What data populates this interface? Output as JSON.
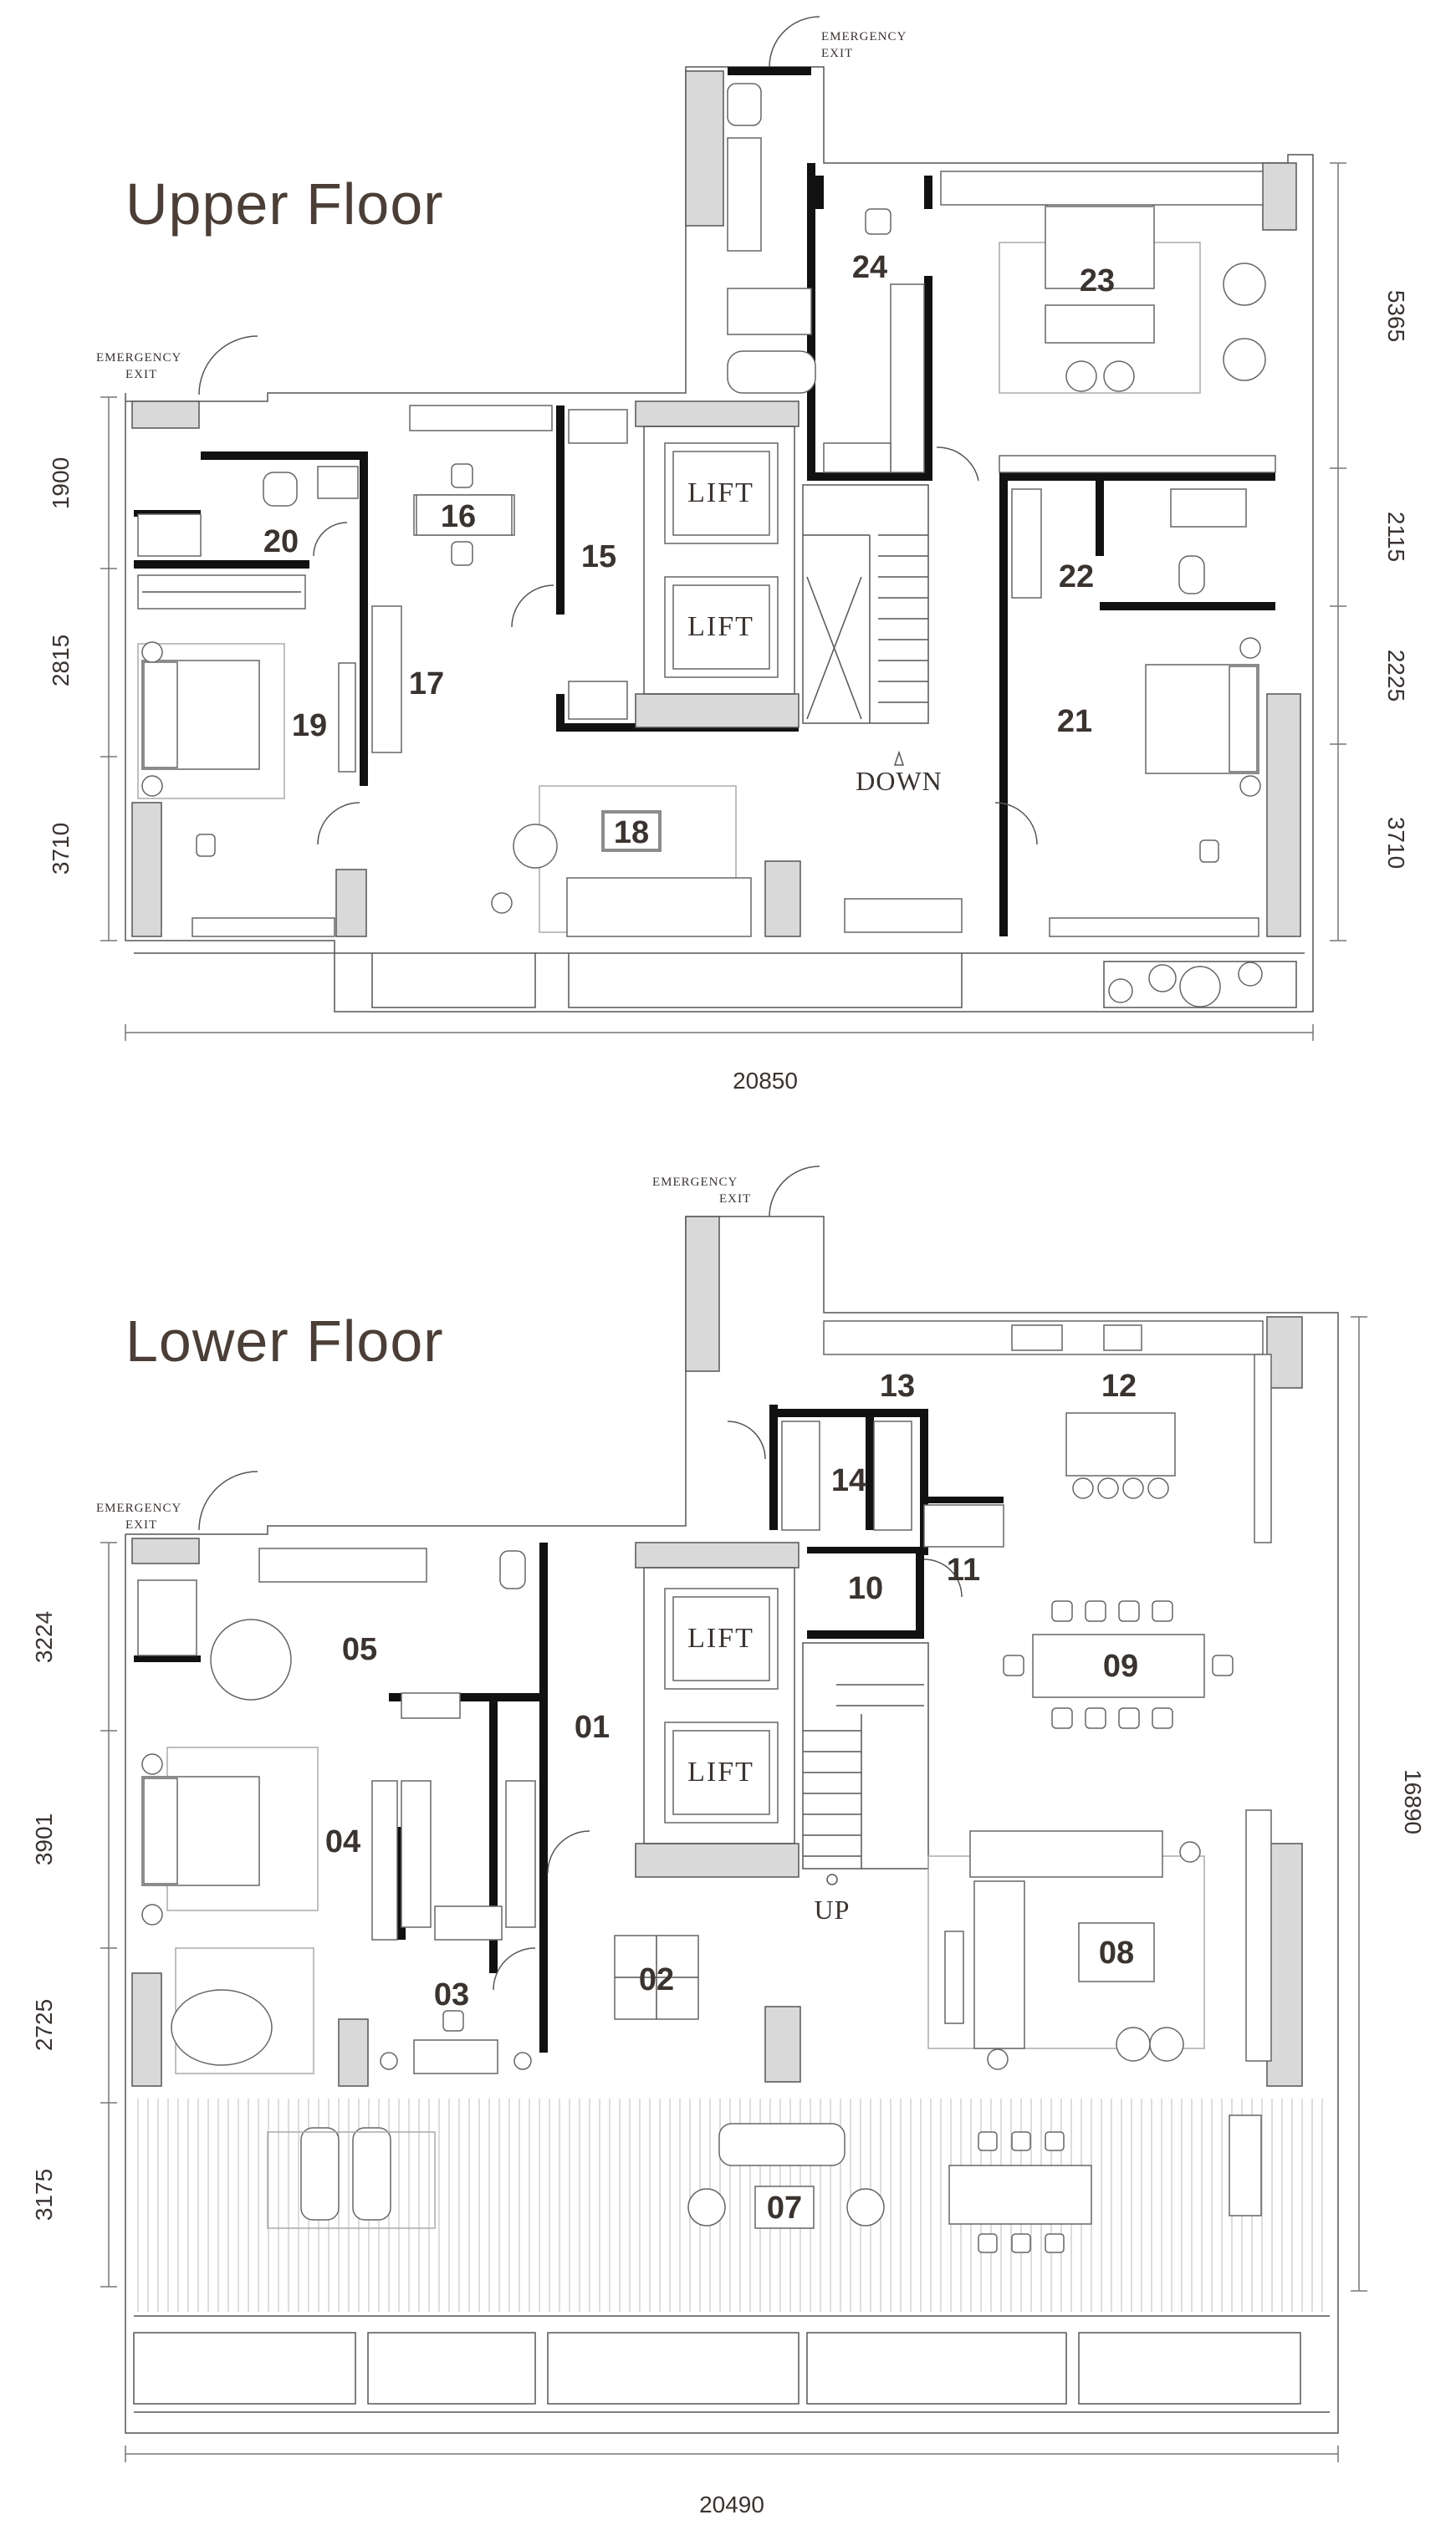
{
  "upper_floor": {
    "title": "Upper Floor",
    "lift_labels": [
      "LIFT",
      "LIFT"
    ],
    "stair_label": "DOWN",
    "emergency_exit_labels": [
      [
        "EMERGENCY",
        "EXIT"
      ],
      [
        "EMERGENCY",
        "EXIT"
      ]
    ],
    "rooms": [
      "15",
      "16",
      "17",
      "18",
      "19",
      "20",
      "21",
      "22",
      "23",
      "24"
    ],
    "dims_left": [
      "1900",
      "2815",
      "3710"
    ],
    "dims_right": [
      "5365",
      "2115",
      "2225",
      "3710"
    ],
    "dim_bottom": "20850"
  },
  "lower_floor": {
    "title": "Lower Floor",
    "lift_labels": [
      "LIFT",
      "LIFT"
    ],
    "stair_label": "UP",
    "emergency_exit_labels": [
      [
        "EMERGENCY",
        "EXIT"
      ],
      [
        "EMERGENCY",
        "EXIT"
      ]
    ],
    "rooms": [
      "01",
      "02",
      "03",
      "04",
      "05",
      "07",
      "08",
      "09",
      "10",
      "11",
      "12",
      "13",
      "14"
    ],
    "dims_left": [
      "3224",
      "3901",
      "2725",
      "3175"
    ],
    "dim_right": "16890",
    "dim_bottom": "20490"
  }
}
